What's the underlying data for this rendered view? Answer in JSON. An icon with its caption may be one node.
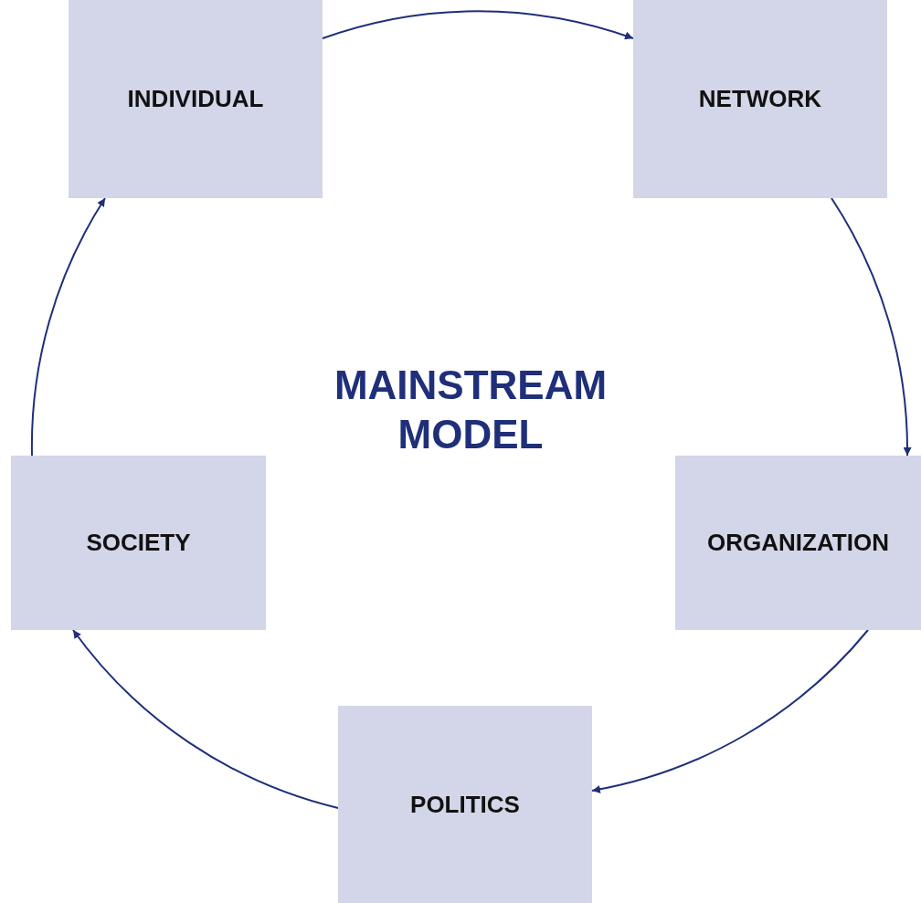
{
  "diagram": {
    "title": "MAINSTREAM MODEL",
    "nodes": [
      {
        "text": [
          "INDIVIDUAL"
        ]
      },
      {
        "text": [
          "NETWORK"
        ]
      },
      {
        "text": [
          "ORGANIZATION"
        ]
      },
      {
        "text": [
          "POLITICS"
        ]
      },
      {
        "text": [
          "SOCIETY"
        ]
      }
    ],
    "edges": [
      {
        "from": 0,
        "to": 1,
        "arrow": "to"
      },
      {
        "from": 1,
        "to": 2,
        "arrow": "to"
      },
      {
        "from": 2,
        "to": 3,
        "arrow": "to"
      },
      {
        "from": 3,
        "to": 4,
        "arrow": "to"
      },
      {
        "from": 4,
        "to": 0,
        "arrow": "to"
      }
    ]
  }
}
